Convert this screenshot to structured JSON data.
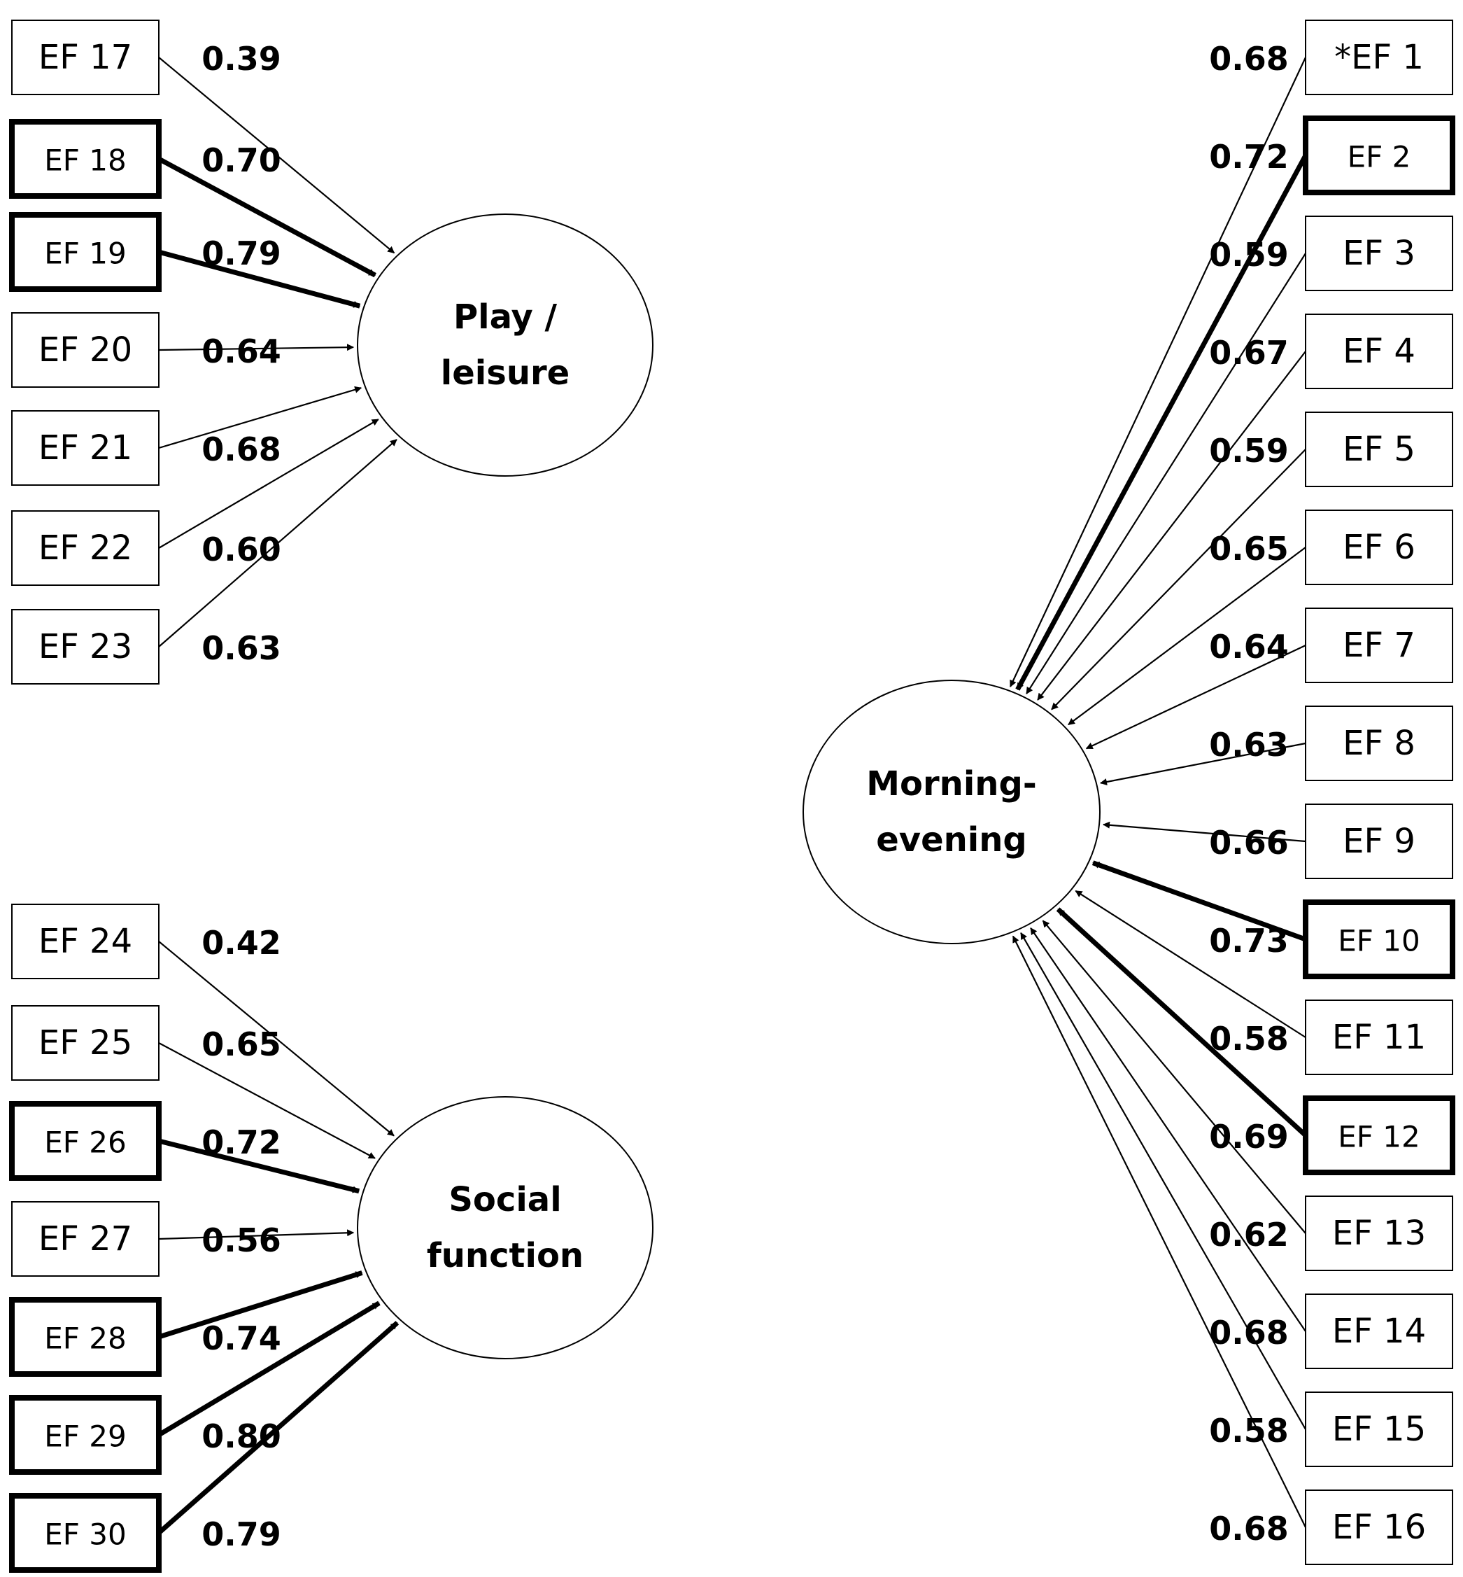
{
  "factors": [
    {
      "id": "play",
      "lines": [
        "Play /",
        "leisure"
      ]
    },
    {
      "id": "social",
      "lines": [
        "Social",
        "function"
      ]
    },
    {
      "id": "morning",
      "lines": [
        "Morning-",
        "evening"
      ]
    }
  ],
  "indicators": [
    {
      "label": "EF 17",
      "factor": "play",
      "loading": "0.39",
      "highlight": false
    },
    {
      "label": "EF 18",
      "factor": "play",
      "loading": "0.70",
      "highlight": true
    },
    {
      "label": "EF 19",
      "factor": "play",
      "loading": "0.79",
      "highlight": true
    },
    {
      "label": "EF 20",
      "factor": "play",
      "loading": "0.64",
      "highlight": false
    },
    {
      "label": "EF 21",
      "factor": "play",
      "loading": "0.68",
      "highlight": false
    },
    {
      "label": "EF 22",
      "factor": "play",
      "loading": "0.60",
      "highlight": false
    },
    {
      "label": "EF 23",
      "factor": "play",
      "loading": "0.63",
      "highlight": false
    },
    {
      "label": "EF 24",
      "factor": "social",
      "loading": "0.42",
      "highlight": false
    },
    {
      "label": "EF 25",
      "factor": "social",
      "loading": "0.65",
      "highlight": false
    },
    {
      "label": "EF 26",
      "factor": "social",
      "loading": "0.72",
      "highlight": true
    },
    {
      "label": "EF 27",
      "factor": "social",
      "loading": "0.56",
      "highlight": false
    },
    {
      "label": "EF 28",
      "factor": "social",
      "loading": "0.74",
      "highlight": true
    },
    {
      "label": "EF 29",
      "factor": "social",
      "loading": "0.80",
      "highlight": true
    },
    {
      "label": "EF 30",
      "factor": "social",
      "loading": "0.79",
      "highlight": true
    },
    {
      "label": "*EF 1",
      "factor": "morning",
      "loading": "0.68",
      "highlight": false
    },
    {
      "label": "EF 2",
      "factor": "morning",
      "loading": "0.72",
      "highlight": true
    },
    {
      "label": "EF 3",
      "factor": "morning",
      "loading": "0.59",
      "highlight": false
    },
    {
      "label": "EF 4",
      "factor": "morning",
      "loading": "0.67",
      "highlight": false
    },
    {
      "label": "EF 5",
      "factor": "morning",
      "loading": "0.59",
      "highlight": false
    },
    {
      "label": "EF 6",
      "factor": "morning",
      "loading": "0.65",
      "highlight": false
    },
    {
      "label": "EF 7",
      "factor": "morning",
      "loading": "0.64",
      "highlight": false
    },
    {
      "label": "EF 8",
      "factor": "morning",
      "loading": "0.63",
      "highlight": false
    },
    {
      "label": "EF 9",
      "factor": "morning",
      "loading": "0.66",
      "highlight": false
    },
    {
      "label": "EF 10",
      "factor": "morning",
      "loading": "0.73",
      "highlight": true
    },
    {
      "label": "EF 11",
      "factor": "morning",
      "loading": "0.58",
      "highlight": false
    },
    {
      "label": "EF 12",
      "factor": "morning",
      "loading": "0.69",
      "highlight": true
    },
    {
      "label": "EF 13",
      "factor": "morning",
      "loading": "0.62",
      "highlight": false
    },
    {
      "label": "EF 14",
      "factor": "morning",
      "loading": "0.68",
      "highlight": false
    },
    {
      "label": "EF 15",
      "factor": "morning",
      "loading": "0.58",
      "highlight": false
    },
    {
      "label": "EF 16",
      "factor": "morning",
      "loading": "0.68",
      "highlight": false
    }
  ]
}
